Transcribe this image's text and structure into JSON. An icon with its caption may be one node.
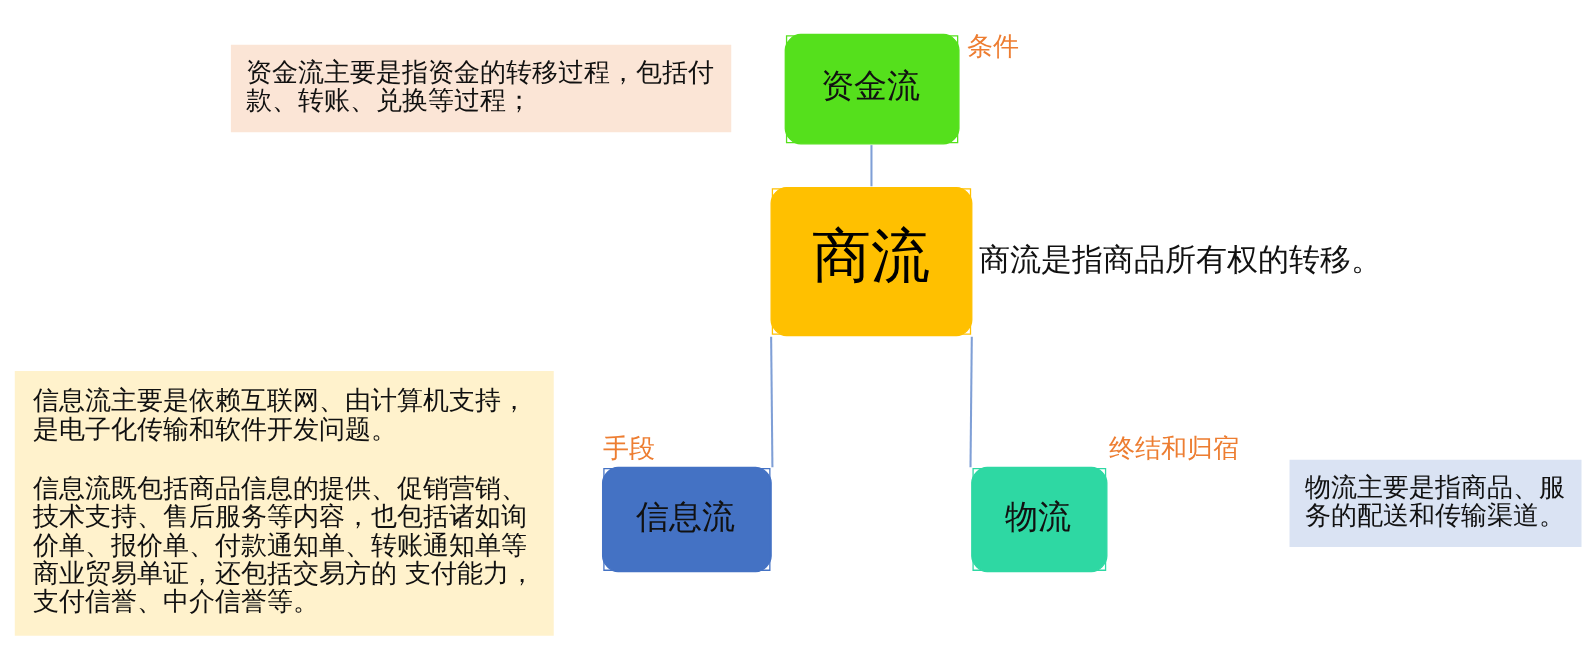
{
  "diagram": {
    "nodes": [
      {
        "text": [
          "资金流主要是指资金的转移过程，包括付款、转账、兑换等过程；"
        ]
      },
      {
        "text": [
          "资金流"
        ],
        "beside": [
          "条件"
        ]
      },
      {
        "text": [
          "商流"
        ],
        "beside": [
          "商流是指商品所有权的转移。"
        ]
      },
      {
        "text": [
          "信息流主要是依赖互联网、由计算机支持，是电子化传输和软件开发问题。",
          "信息流既包括商品信息的提供、促销营销、技术支持、售后服务等内容，也包括诸如询价单、报价单、付款通知单、转账通知单等商业贸易单证，还包括交易方的 支付能力，支付信誉、中介信誉等。"
        ]
      },
      {
        "text": [
          "信息流"
        ],
        "beside": [
          "手段"
        ]
      },
      {
        "text": [
          "物流"
        ],
        "beside": [
          "终结和归宿"
        ]
      },
      {
        "text": [
          "物流主要是指商品、服务的配送和传输渠道。"
        ]
      }
    ],
    "edges": [
      {
        "from": 1,
        "to": 2,
        "arrow": "none"
      },
      {
        "from": 2,
        "to": 4,
        "arrow": "none"
      },
      {
        "from": 2,
        "to": 5,
        "arrow": "none"
      }
    ]
  }
}
